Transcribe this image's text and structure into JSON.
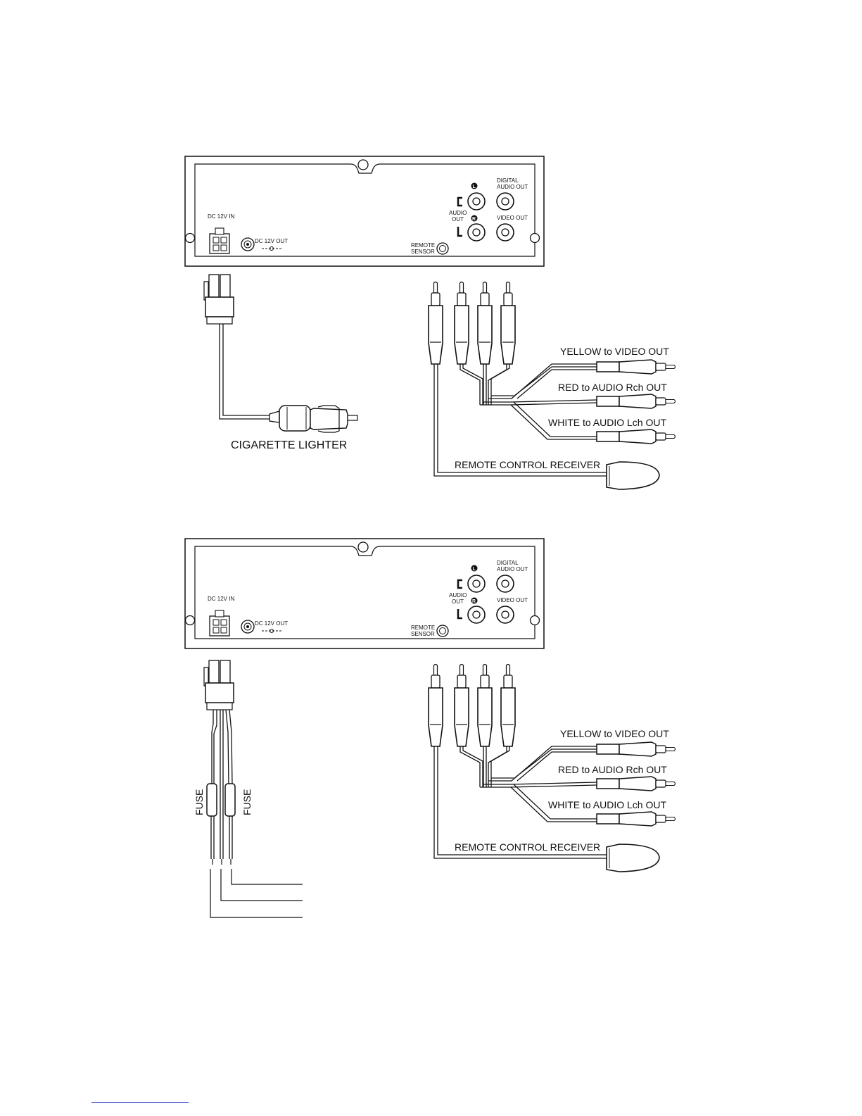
{
  "panel_labels": {
    "dc_in": "DC 12V IN",
    "dc_out": "DC 12V OUT",
    "audio_out_1": "AUDIO",
    "audio_out_2": "OUT",
    "jack_l": "L",
    "jack_r": "R",
    "digital_1": "DIGITAL",
    "digital_2": "AUDIO  OUT",
    "video_out": "VIDEO  OUT",
    "remote_1": "REMOTE",
    "remote_2": "SENSOR"
  },
  "cable_labels": {
    "yellow": "YELLOW  to  VIDEO  OUT",
    "red": "RED  to  AUDIO  Rch  OUT",
    "white": "WHITE  to  AUDIO  Lch  OUT",
    "remote_receiver": "REMOTE CONTROL RECEIVER"
  },
  "cigarette_lighter": "CIGARETTE  LIGHTER",
  "fuse": "FUSE",
  "colors": {
    "line": "#111111",
    "footer_link": "#2233cc"
  }
}
